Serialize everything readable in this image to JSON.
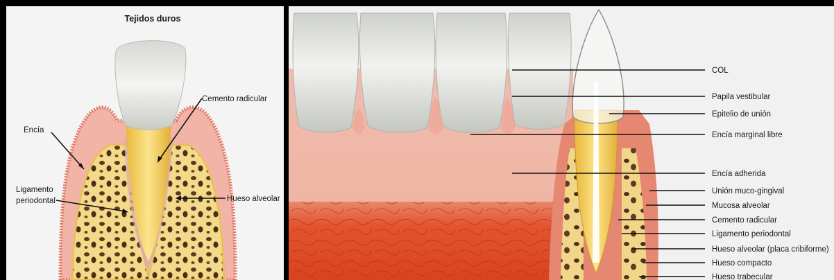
{
  "left_panel": {
    "title": "Tejidos duros",
    "labels": {
      "encia": "Encía",
      "cemento": "Cemento radicular",
      "ligamento_1": "Ligamento",
      "ligamento_2": "periodontal",
      "hueso": "Hueso alveolar"
    }
  },
  "right_panel": {
    "labels": [
      "COL",
      "Papila vestibular",
      "Epitelio de unión",
      "Encía marginal libre",
      "Encía adherida",
      "Unión muco-gingival",
      "Mucosa alveolar",
      "Cemento radicular",
      "Ligamento periodontal",
      "Hueso alveolar (placa cribiforme)",
      "Hueso compacto",
      "Hueso trabecular"
    ]
  },
  "colors": {
    "gingiva": "#f2b4a6",
    "gingiva_dark": "#e07a68",
    "mucosa": "#e0502c",
    "enamel": "#e4e6e2",
    "dentin": "#f7d26a",
    "bone": "#f3d98a",
    "background": "#f2f2f2"
  }
}
